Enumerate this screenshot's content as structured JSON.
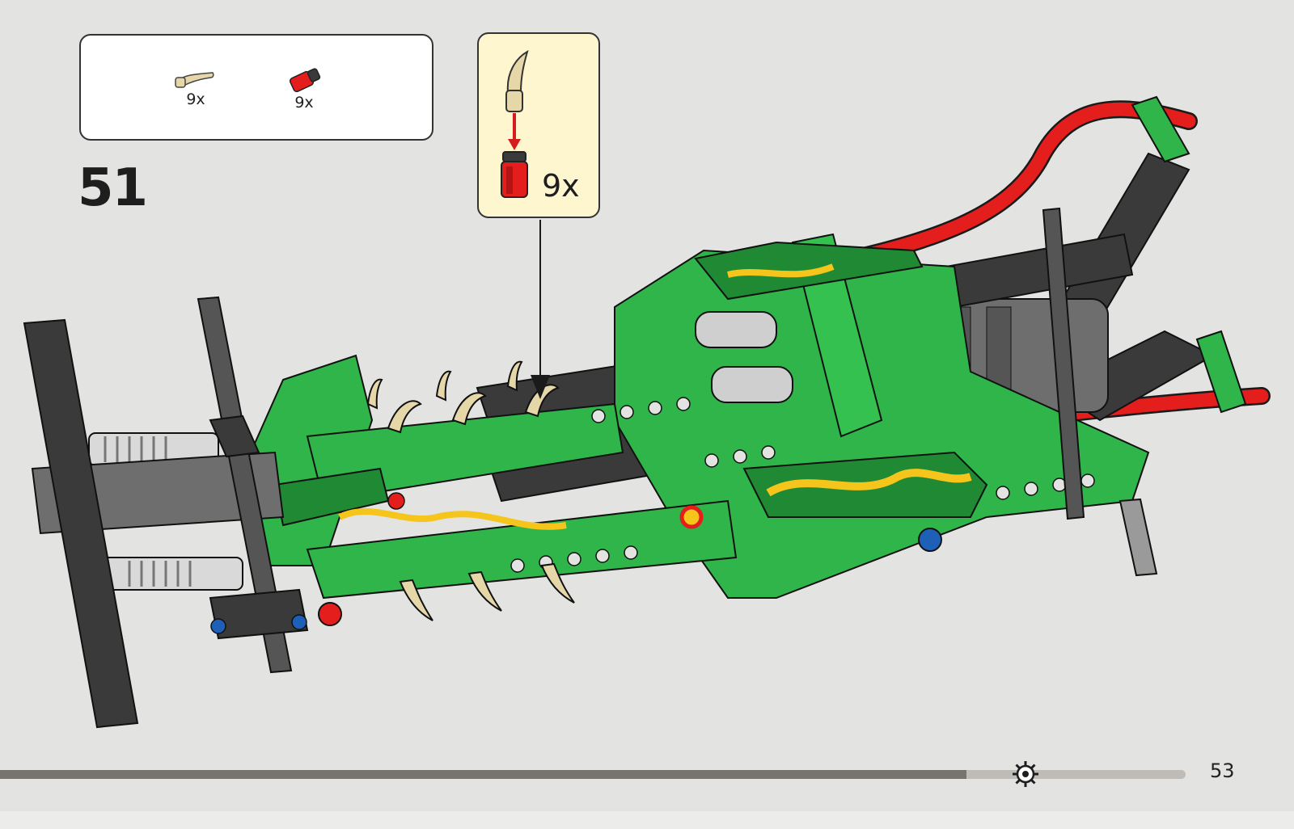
{
  "step": {
    "number": "51",
    "parts": [
      {
        "icon": "tan-horn-piece-icon",
        "quantity": "9x"
      },
      {
        "icon": "red-connector-pin-icon",
        "quantity": "9x"
      }
    ],
    "callout_quantity": "9x"
  },
  "progress": {
    "fraction": 0.815
  },
  "page": {
    "number": "53"
  },
  "colors": {
    "green": "#2fb54a",
    "dark_green": "#1f8a33",
    "red": "#e41d1d",
    "dark_gray": "#3a3a3a",
    "light_gray": "#bdbdbd",
    "tan": "#e5d7a8",
    "callout_bg": "#fdf6cf"
  }
}
